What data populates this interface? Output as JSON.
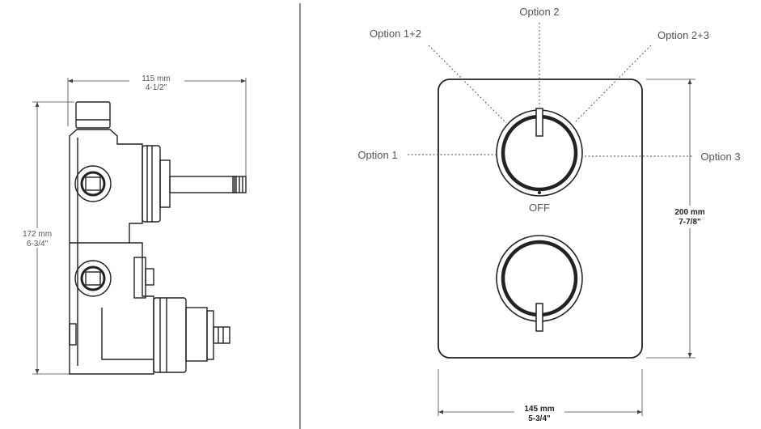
{
  "side_view": {
    "width_mm": "115 mm",
    "width_in": "4-1/2\"",
    "height_mm": "172 mm",
    "height_in": "6-3/4\""
  },
  "front_view": {
    "labels": {
      "option_2": "Option 2",
      "option_1_2": "Option 1+2",
      "option_2_3": "Option 2+3",
      "option_1": "Option 1",
      "option_3": "Option 3",
      "off": "OFF"
    },
    "height_mm": "200 mm",
    "height_in": "7-7/8\"",
    "width_mm": "145 mm",
    "width_in": "5-3/4\""
  },
  "colors": {
    "line": "#222222",
    "dim_line": "#444444",
    "label": "#555555"
  }
}
